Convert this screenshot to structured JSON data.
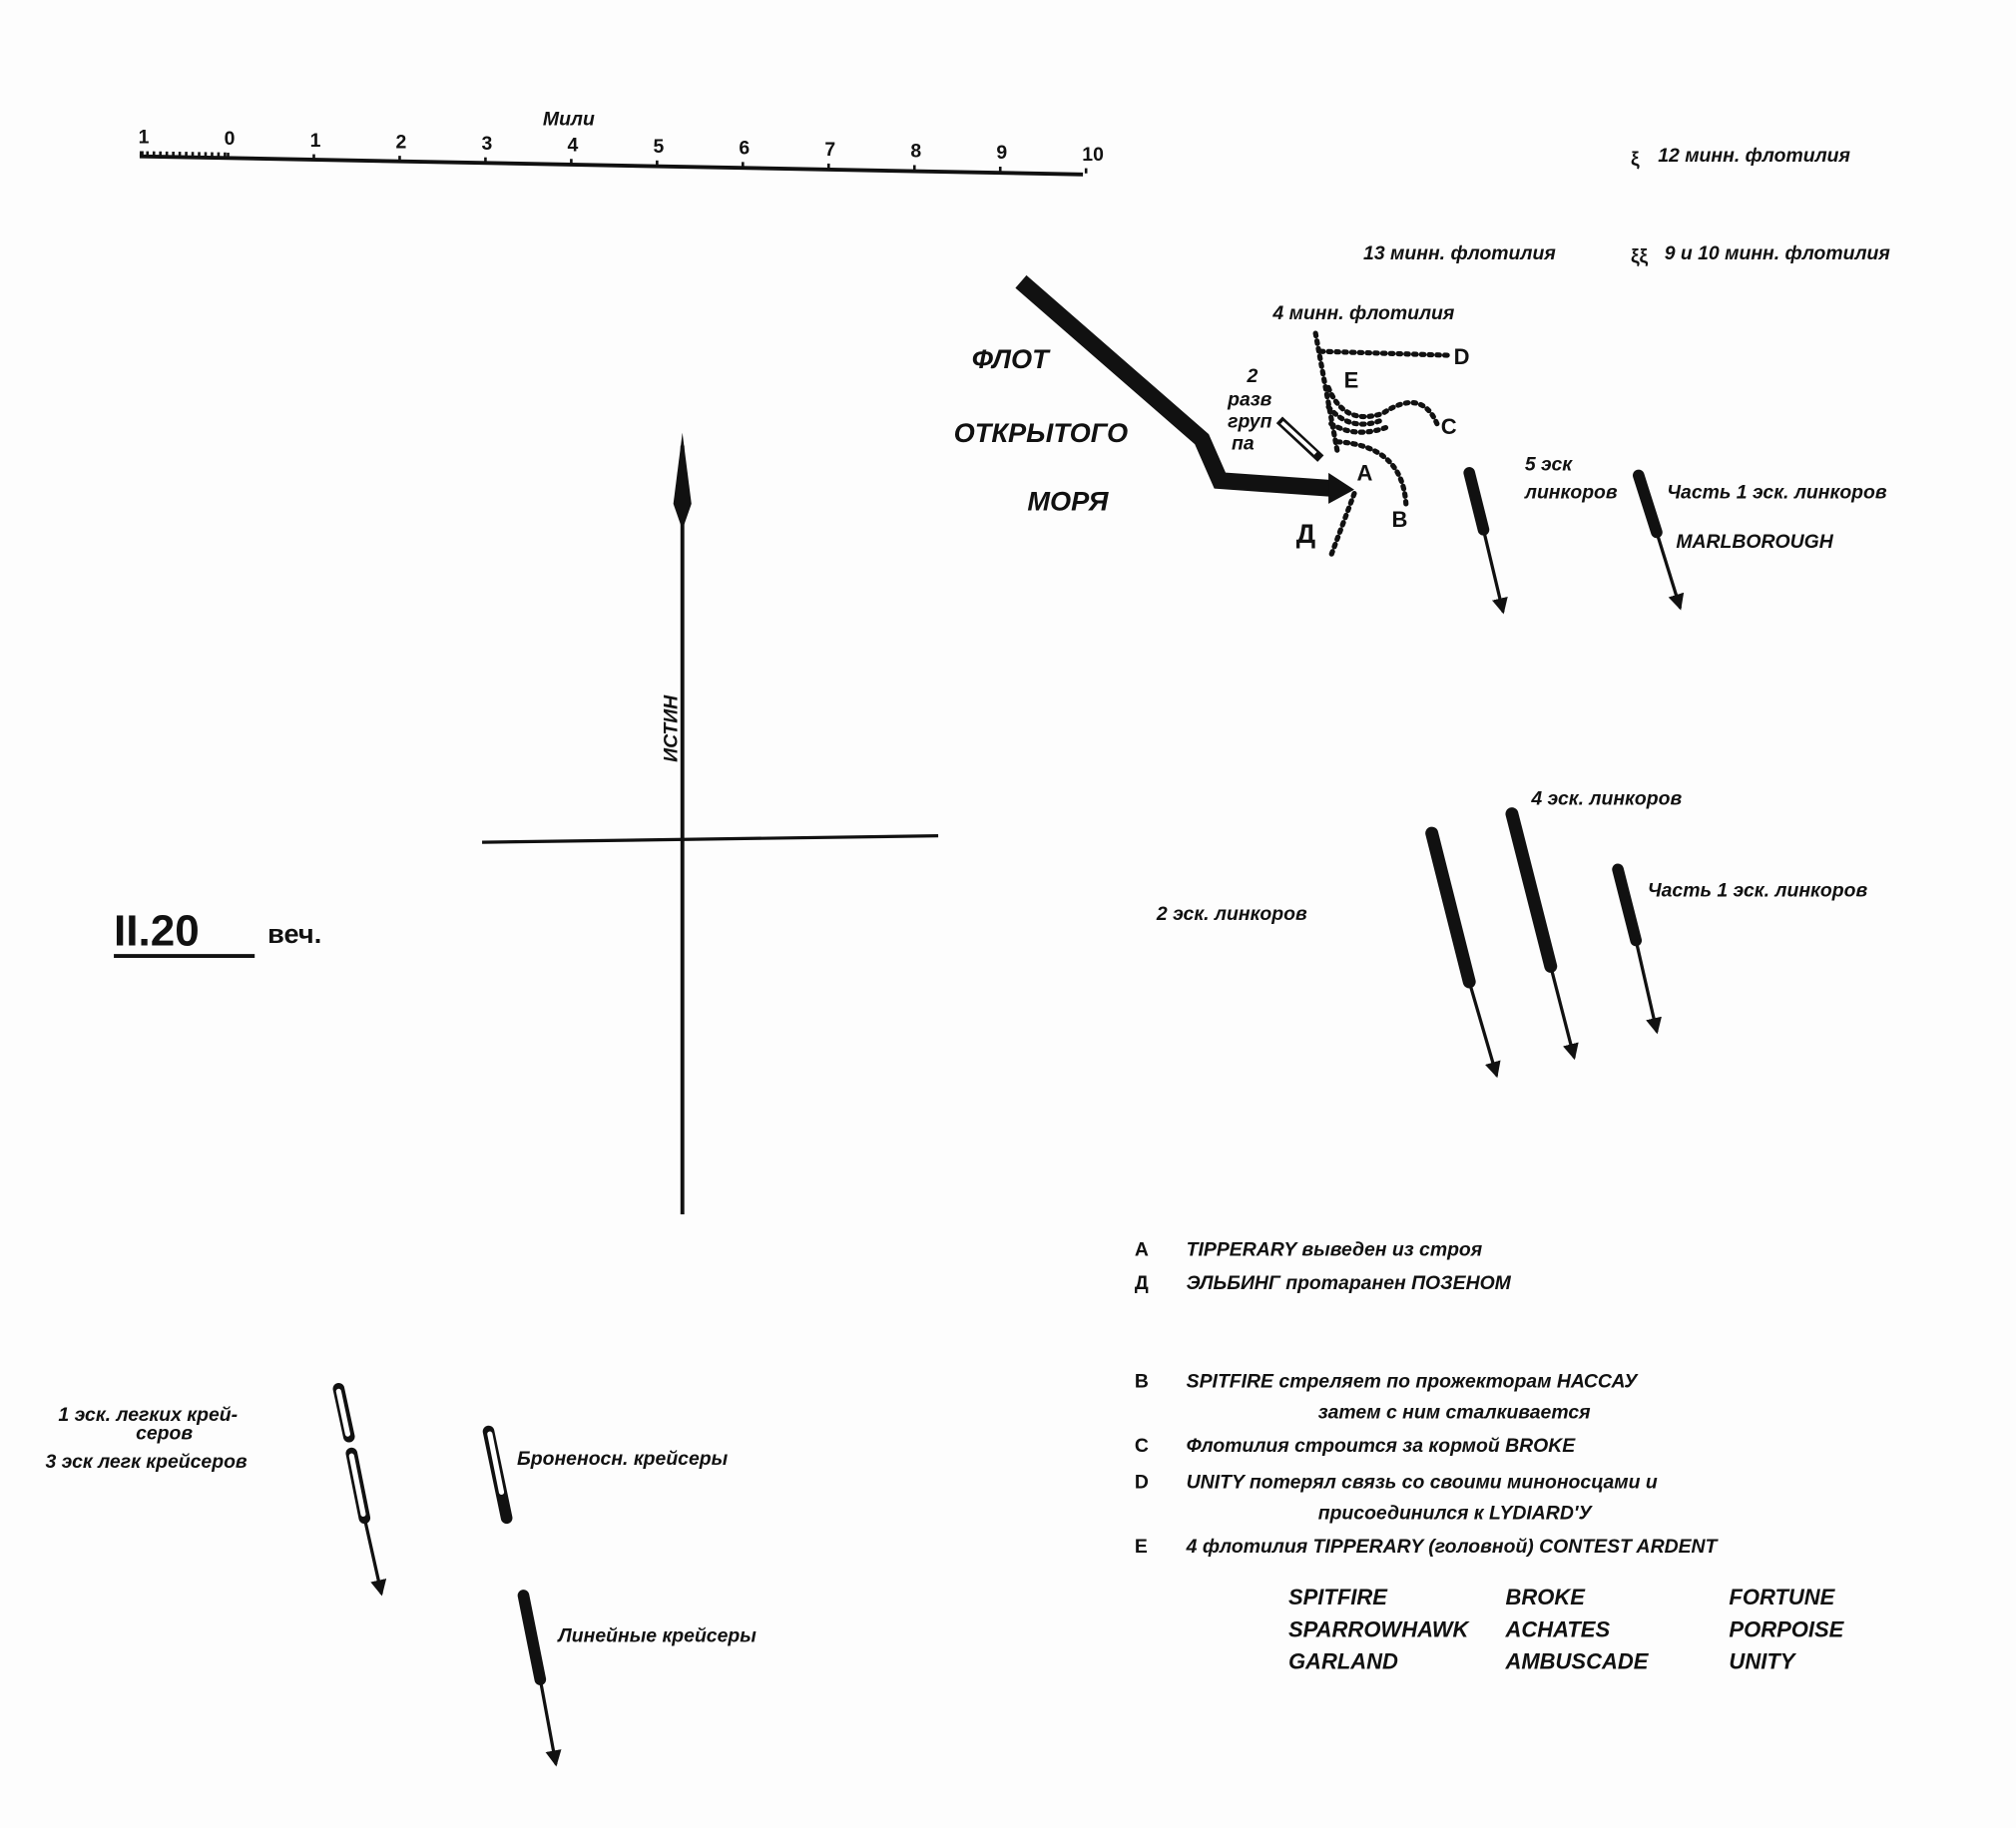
{
  "scale": {
    "title": "Мили",
    "ticks": [
      "1",
      "0",
      "1",
      "2",
      "3",
      "4",
      "5",
      "6",
      "7",
      "8",
      "9",
      "10"
    ]
  },
  "compass": {
    "label": "ИСТИН"
  },
  "time": {
    "value": "II.20",
    "suffix": "веч."
  },
  "german_fleet": {
    "line1": "ФЛОТ",
    "line2": "ОТКРЫТОГО",
    "line3": "МОРЯ",
    "scouting_group": [
      "2",
      "разв",
      "груп",
      "па"
    ]
  },
  "flotillas": {
    "f12": "12 минн. флотилия",
    "f13": "13 минн. флотилия",
    "f9_10": "9 и 10 минн. флотилия",
    "f4": "4 минн. флотилия"
  },
  "points": {
    "A": "A",
    "B": "B",
    "C": "C",
    "D": "D",
    "E": "E",
    "De": "Д"
  },
  "squadrons": {
    "bs5_a": "5 эск",
    "bs5_b": "линкоров",
    "bs1_part_top": "Часть 1 эск. линкоров",
    "marlborough": "MARLBOROUGH",
    "bs4": "4 эск. линкоров",
    "bs2": "2 эск. линкоров",
    "bs1_part_mid": "Часть 1 эск. линкоров",
    "lcs1_a": "1 эск. легких крей-",
    "lcs1_b": "серов",
    "lcs3": "3 эск легк крейсеров",
    "armoured": "Броненосн. крейсеры",
    "battlecruisers": "Линейные крейсеры"
  },
  "legend": [
    {
      "key": "A",
      "lines": [
        "TIPPERARY выведен из строя"
      ]
    },
    {
      "key": "Д",
      "lines": [
        "ЭЛЬБИНГ протаранен ПОЗЕНОМ"
      ]
    },
    {
      "key": "B",
      "lines": [
        "SPITFIRE стреляет по прожекторам НАССАУ",
        "затем с ним сталкивается"
      ]
    },
    {
      "key": "C",
      "lines": [
        "Флотилия строится за кормой BROKE"
      ]
    },
    {
      "key": "D",
      "lines": [
        "UNITY потерял связь со своими миноносцами и",
        "присоединился к LYDIARD'У"
      ]
    },
    {
      "key": "E",
      "lines": [
        "4 флотилия TIPPERARY (головной) CONTEST ARDENT"
      ]
    }
  ],
  "ships": [
    [
      "SPITFIRE",
      "BROKE",
      "FORTUNE"
    ],
    [
      "SPARROWHAWK",
      "ACHATES",
      "PORPOISE"
    ],
    [
      "GARLAND",
      "AMBUSCADE",
      "UNITY"
    ]
  ]
}
